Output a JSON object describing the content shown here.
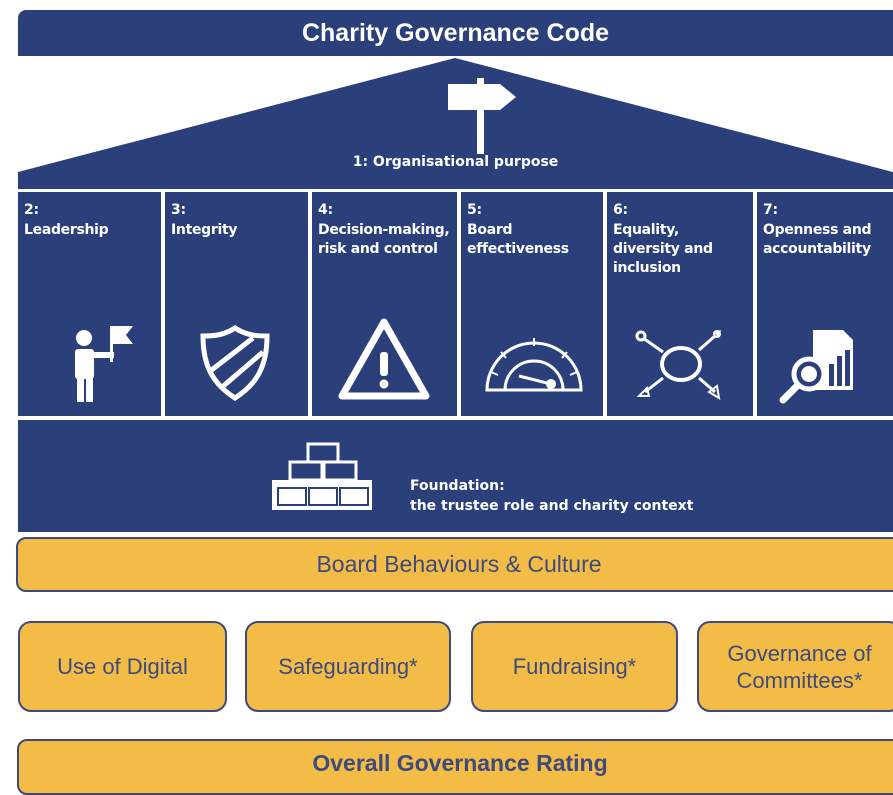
{
  "title": "Charity Governance Code",
  "roof": {
    "label": "1: Organisational purpose",
    "icon": "signpost-icon"
  },
  "pillars": [
    {
      "num": "2:",
      "name": "Leadership",
      "icon": "leader-flag-icon"
    },
    {
      "num": "3:",
      "name": "Integrity",
      "icon": "shield-icon"
    },
    {
      "num": "4:",
      "name": "Decision-making,\nrisk and control",
      "icon": "warning-triangle-icon"
    },
    {
      "num": "5:",
      "name": "Board\neffectiveness",
      "icon": "gauge-icon"
    },
    {
      "num": "6:",
      "name": "Equality,\ndiversity and\ninclusion",
      "icon": "diversity-arrows-icon"
    },
    {
      "num": "7:",
      "name": "Openness and\naccountability",
      "icon": "magnifier-report-icon"
    }
  ],
  "foundation": {
    "label_line1": "Foundation:",
    "label_line2": "the trustee role and charity context",
    "icon": "bricks-icon"
  },
  "culture_bar": "Board Behaviours & Culture",
  "boxes": [
    "Use of Digital",
    "Safeguarding*",
    "Fundraising*",
    "Governance of\nCommittees*"
  ],
  "rating_bar": "Overall Governance Rating",
  "colors": {
    "navy": "#2b3f7a",
    "gold": "#f2bc46",
    "gold_text": "#3e4a7e"
  }
}
